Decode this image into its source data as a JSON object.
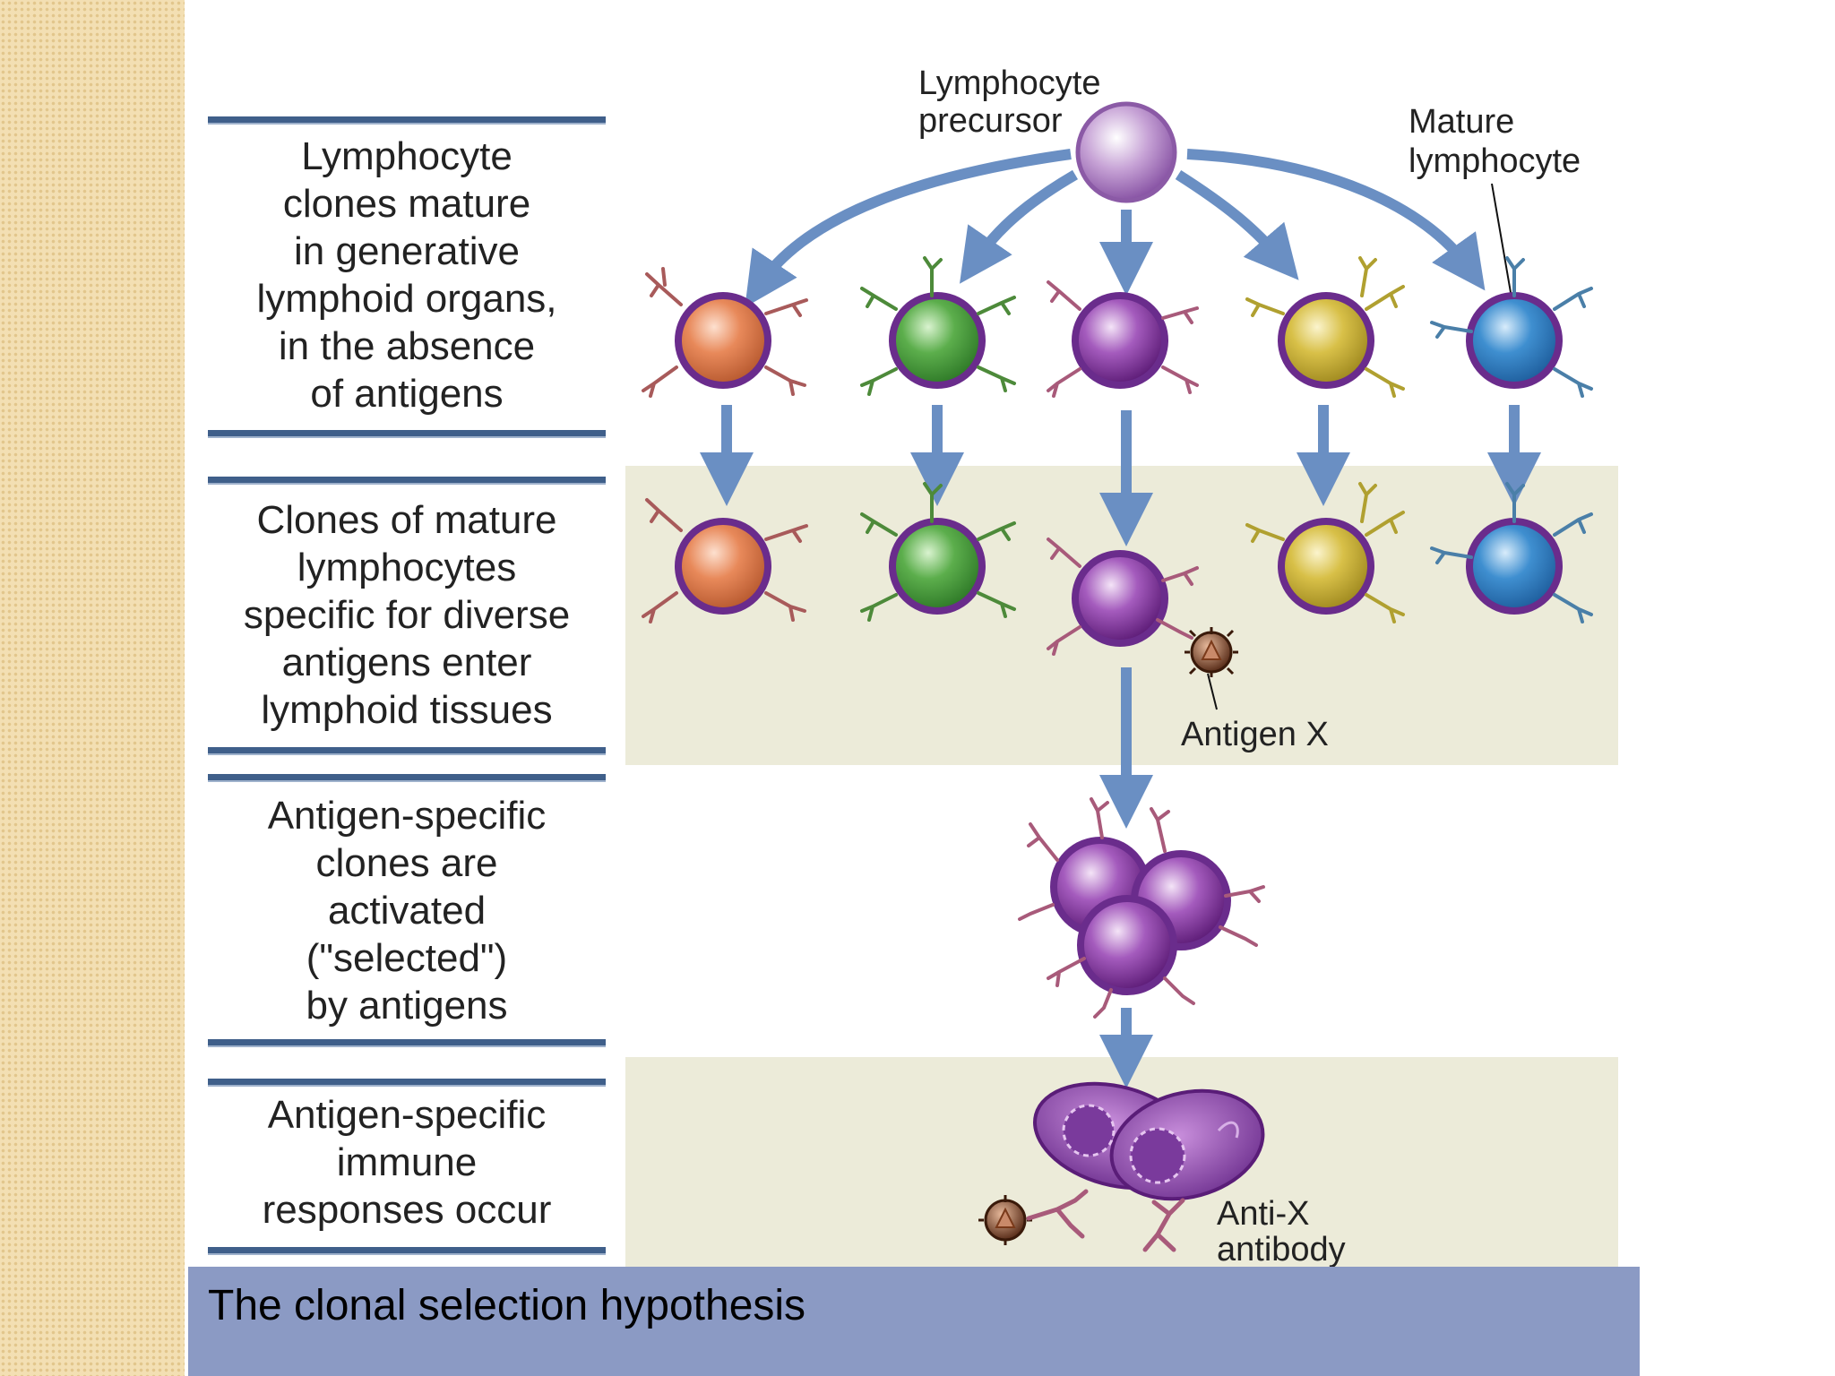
{
  "stages": [
    {
      "text": "Lymphocyte clones mature in generative lymphoid organs, in the absence of antigens",
      "lines": [
        "Lymphocyte",
        "clones mature",
        "in generative",
        "lymphoid organs,",
        "in the absence",
        "of antigens"
      ]
    },
    {
      "text": "Clones of mature lymphocytes specific for diverse antigens enter lymphoid tissues",
      "lines": [
        "Clones of mature",
        "lymphocytes",
        "specific for diverse",
        "antigens enter",
        "lymphoid tissues"
      ]
    },
    {
      "text": "Antigen-specific clones are activated (\"selected\") by antigens",
      "lines": [
        "Antigen-specific",
        "clones are",
        "activated",
        "(\"selected\")",
        "by antigens"
      ]
    },
    {
      "text": "Antigen-specific immune responses occur",
      "lines": [
        "Antigen-specific",
        "immune",
        "responses occur"
      ]
    }
  ],
  "labels": {
    "precursor": [
      "Lymphocyte",
      "precursor"
    ],
    "mature": [
      "Mature",
      "lymphocyte"
    ],
    "antigen_x": "Antigen X",
    "antibody": [
      "Anti-X",
      "antibody"
    ]
  },
  "clones": [
    {
      "name": "orange",
      "color": "#e8895a"
    },
    {
      "name": "green",
      "color": "#5cae4c"
    },
    {
      "name": "purple",
      "color": "#8a3aa0"
    },
    {
      "name": "yellow",
      "color": "#d8c048"
    },
    {
      "name": "blue",
      "color": "#3f8fd0"
    }
  ],
  "colors": {
    "arrow": "#6a8fc3",
    "membrane": "#6a2c8c",
    "band": "#ecebd9",
    "caption_bg": "#8b9ac4"
  },
  "caption": "The clonal selection hypothesis"
}
